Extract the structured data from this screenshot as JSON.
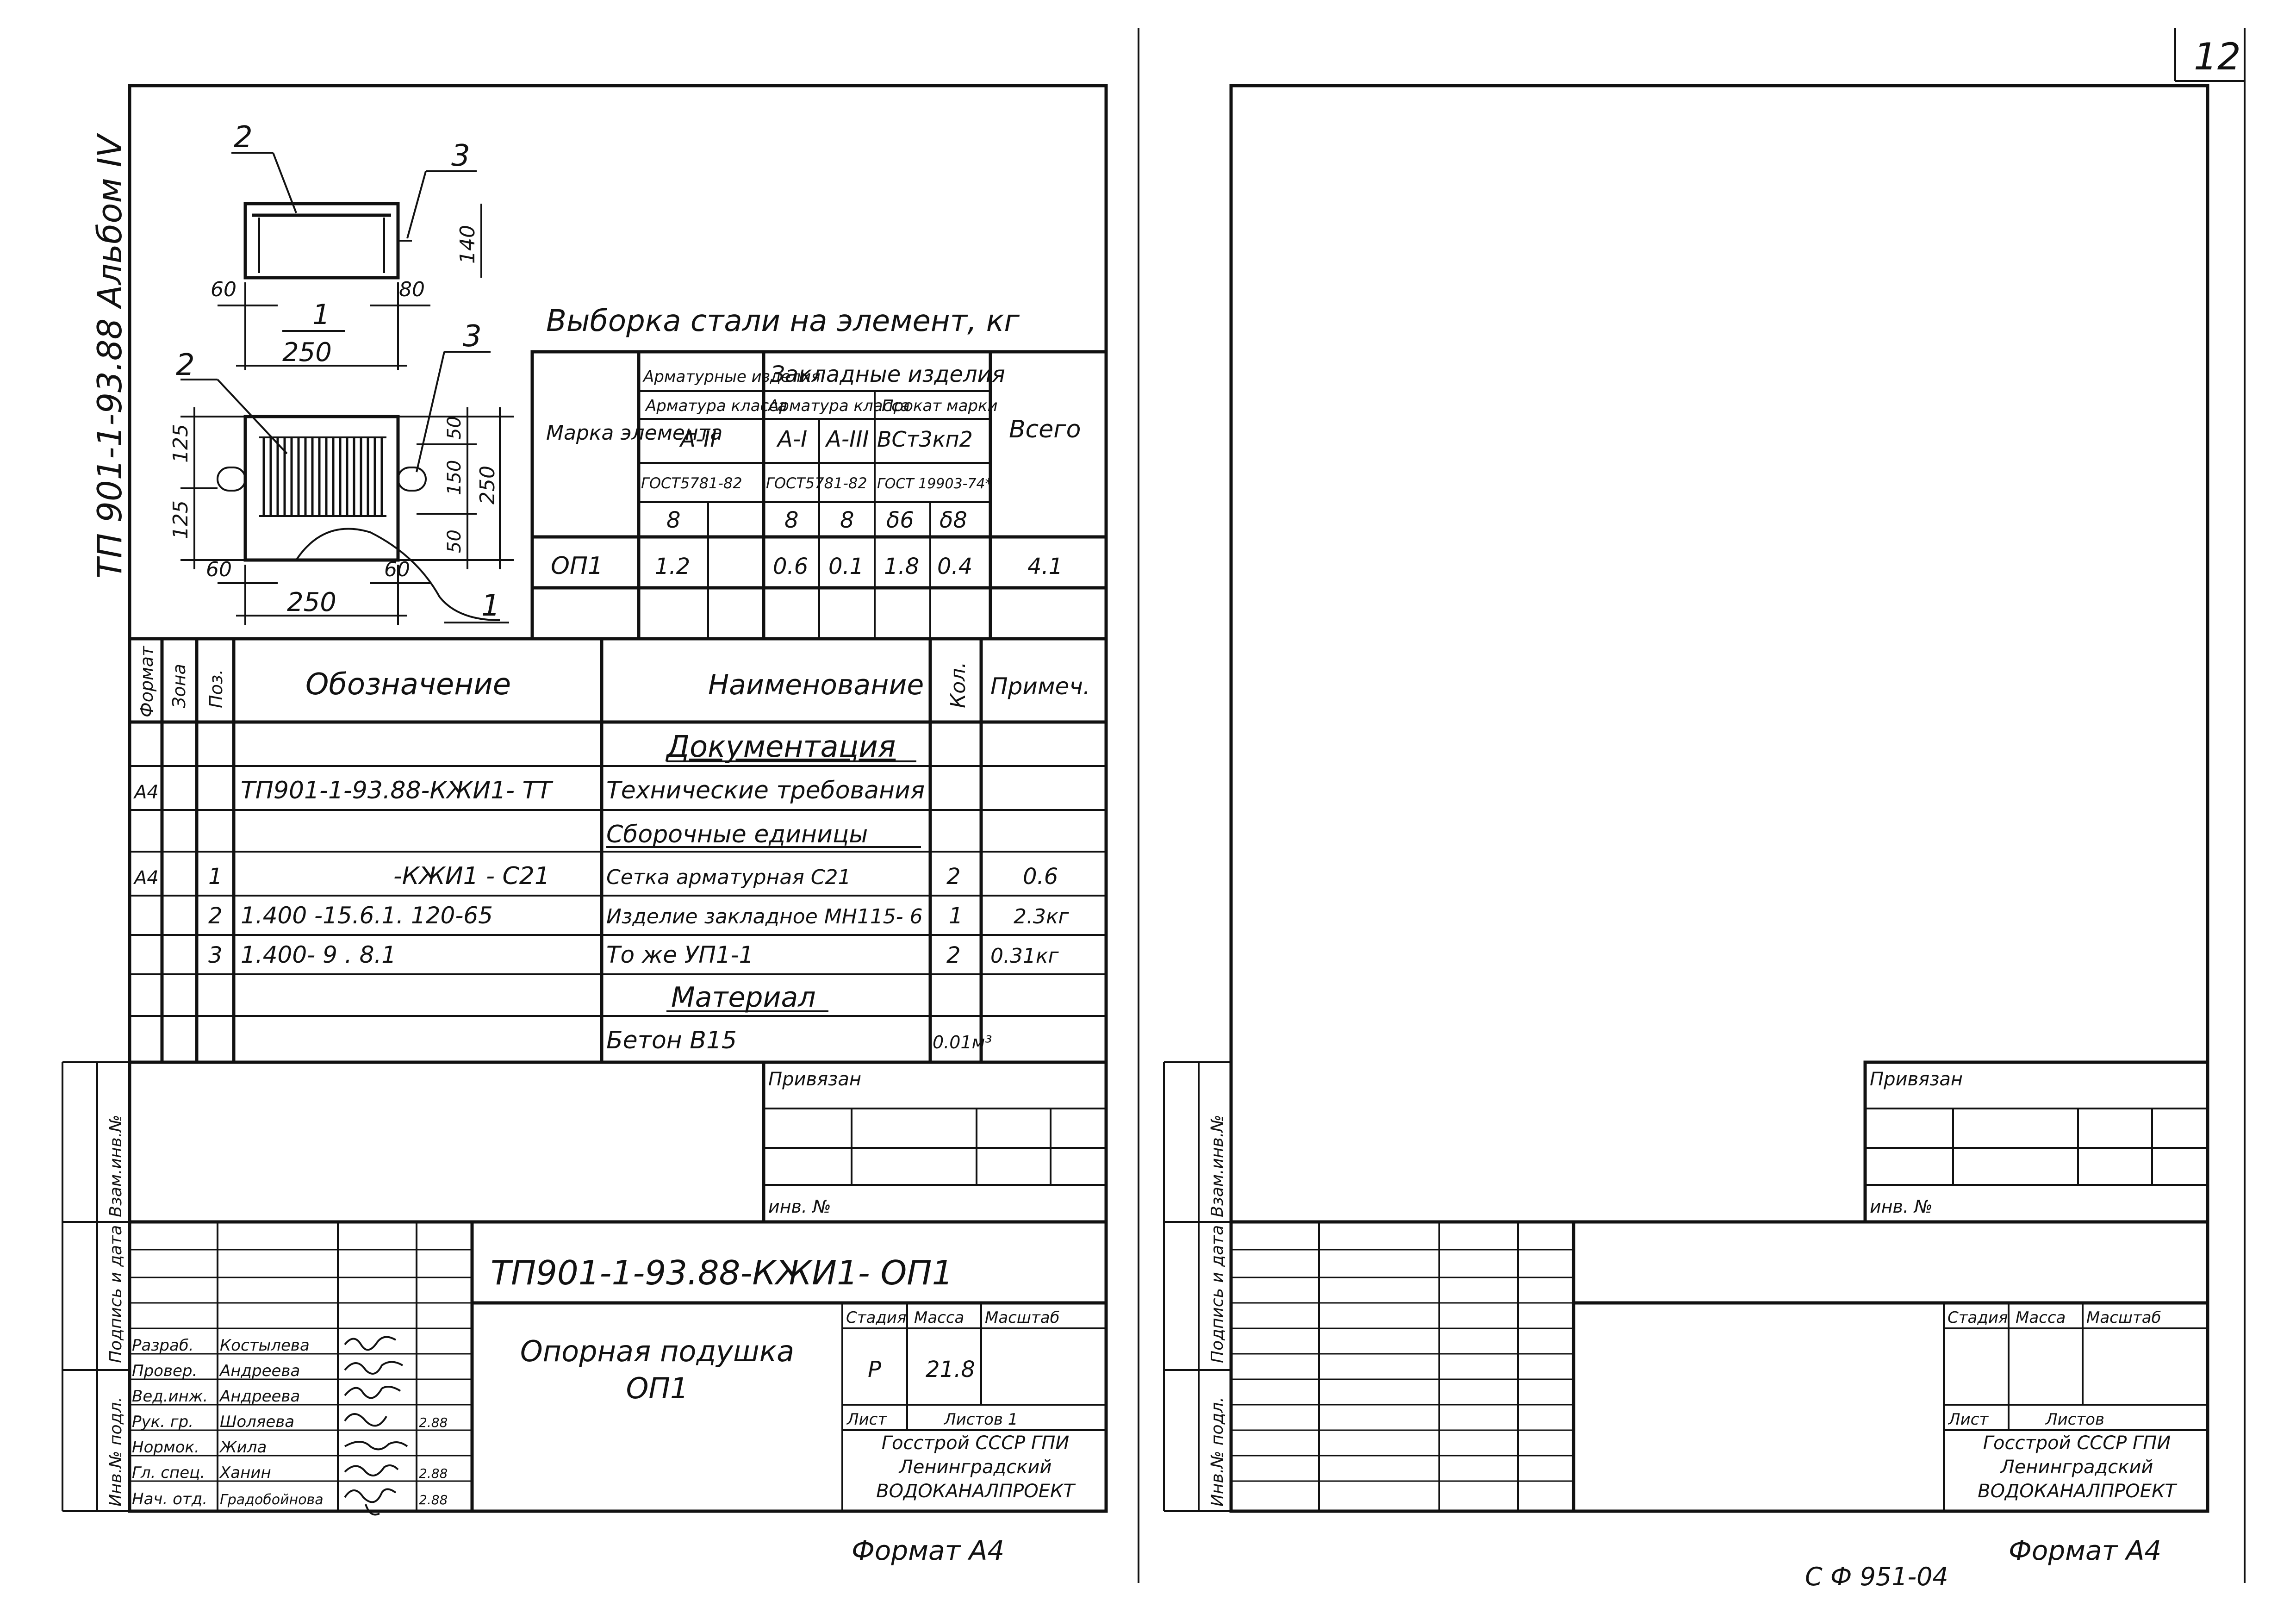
{
  "page_number": "12",
  "left_sheet": {
    "album_label": "ТП 901-1-93.88 Альбом IV",
    "sketch": {
      "callouts": [
        "1",
        "2",
        "3"
      ],
      "dims": {
        "width_top": "250",
        "width_bottom": "250",
        "offset_60": "60",
        "offset_80": "80",
        "height_140": "140",
        "dim_125": "125",
        "dim_50": "50",
        "dim_150": "150",
        "dim_250": "250"
      }
    },
    "steel": {
      "title": "Выборка стали на элемент, кг",
      "headers": {
        "mark": "Марка элемента",
        "armatur_items": "Арматурные изделия",
        "embedded_items": "Закладные изделия",
        "armatura_class": "Арматура класса",
        "prokat": "Прокат марки",
        "class_a2": "А-II",
        "class_a1": "А-I",
        "class_a3": "А-III",
        "steel_grade": "ВСт3кп2",
        "gost1": "ГОСТ5781-82",
        "gost2": "ГОСТ5781-82",
        "gost3": "ГОСТ 19903-74*",
        "d1": "8",
        "d2": "8",
        "d3": "8",
        "d4": "δ6",
        "d5": "δ8",
        "total": "Всего"
      },
      "row": {
        "mark": "ОП1",
        "v1": "1.2",
        "v2": "",
        "v3": "0.6",
        "v4": "0.1",
        "v5": "1.8",
        "v6": "0.4",
        "total": "4.1"
      }
    },
    "spec": {
      "headers": {
        "format": "Формат",
        "zone": "Зона",
        "pos": "Поз.",
        "designation": "Обозначение",
        "name": "Наименование",
        "qty": "Кол.",
        "note": "Примеч."
      },
      "rows": [
        {
          "format": "",
          "pos": "",
          "designation": "",
          "name": "Документация",
          "qty": "",
          "note": "",
          "heading": true
        },
        {
          "format": "А4",
          "pos": "",
          "designation": "ТП901-1-93.88-КЖИ1- ТТ",
          "name": "Технические требования",
          "qty": "",
          "note": ""
        },
        {
          "format": "",
          "pos": "",
          "designation": "",
          "name": "Сборочные единицы",
          "qty": "",
          "note": "",
          "heading": true
        },
        {
          "format": "А4",
          "pos": "1",
          "designation": "-КЖИ1 - С21",
          "name": "Сетка арматурная С21",
          "qty": "2",
          "note": "0.6"
        },
        {
          "format": "",
          "pos": "2",
          "designation": "1.400 -15.6.1. 120-65",
          "name": "Изделие закладное МН115- 6",
          "qty": "1",
          "note": "2.3кг"
        },
        {
          "format": "",
          "pos": "3",
          "designation": "1.400- 9 . 8.1",
          "name": "То же УП1-1",
          "qty": "2",
          "note": "0.31кг"
        },
        {
          "format": "",
          "pos": "",
          "designation": "",
          "name": "Материал",
          "qty": "",
          "note": "",
          "heading": true
        },
        {
          "format": "",
          "pos": "",
          "designation": "",
          "name": "Бетон В15",
          "qty": "0.01м³",
          "note": ""
        }
      ]
    },
    "side_stamp": {
      "inv_podl": "Инв.№ подл.",
      "podpis": "Подпись и дата",
      "vzam": "Взам.инв.№"
    },
    "privyazan": "Привязан",
    "inv_no": "инв. №",
    "title_block": {
      "designation": "ТП901-1-93.88-КЖИ1- ОП1",
      "name": "Опорная подушка ОП1",
      "stage_label": "Стадия",
      "mass_label": "Масса",
      "scale_label": "Масштаб",
      "stage": "Р",
      "mass": "21.8",
      "sheet_label": "Лист",
      "sheets_label": "Листов 1",
      "org": "Госстрой СССР ГПИ Ленинградский ВОДОКАНАЛПРОЕКТ",
      "signers": [
        {
          "role": "Разраб.",
          "name": "Костылева",
          "date": ""
        },
        {
          "role": "Провер.",
          "name": "Андреева",
          "date": ""
        },
        {
          "role": "Вед.инж.",
          "name": "Андреева",
          "date": ""
        },
        {
          "role": "Рук. гр.",
          "name": "Шоляева",
          "date": "2.88"
        },
        {
          "role": "Нормок.",
          "name": "Жила",
          "date": ""
        },
        {
          "role": "Гл. спец.",
          "name": "Ханин",
          "date": "2.88"
        },
        {
          "role": "Нач. отд.",
          "name": "Градобойнова",
          "date": "2.88"
        }
      ]
    },
    "format_label": "Формат А4"
  },
  "right_sheet": {
    "privyazan": "Привязан",
    "inv_no": "инв. №",
    "stage_label": "Стадия",
    "mass_label": "Масса",
    "scale_label": "Масштаб",
    "sheet_label": "Лист",
    "sheets_label": "Листов",
    "org": "Госстрой СССР ГПИ Ленинградский ВОДОКАНАЛПРОЕКТ",
    "side_stamp": {
      "inv_podl": "Инв.№ подл.",
      "podpis": "Подпись и дата",
      "vzam": "Взам.инв.№"
    },
    "footer_code": "С Ф 951-04",
    "format_label": "Формат А4"
  }
}
